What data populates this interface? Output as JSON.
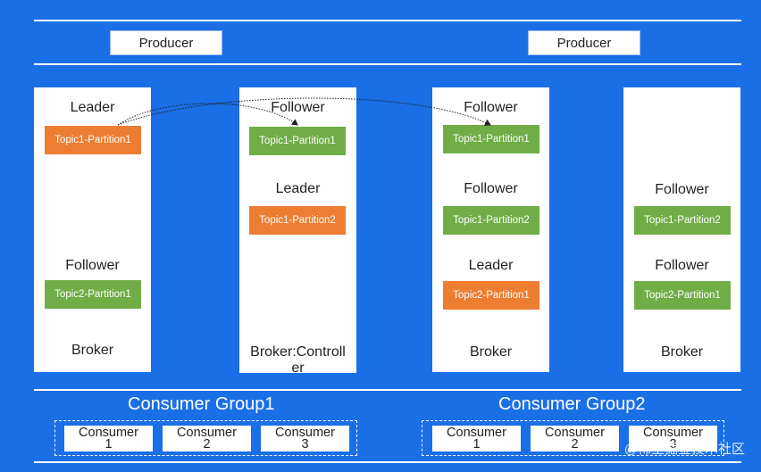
{
  "producers": [
    "Producer",
    "Producer"
  ],
  "brokers": [
    {
      "roles": [
        "Leader",
        "Follower"
      ],
      "partitions": [
        {
          "label": "Topic1-Partition1",
          "kind": "leader"
        },
        {
          "label": "Topic2-Partition1",
          "kind": "follower"
        }
      ],
      "label": "Broker"
    },
    {
      "roles": [
        "Follower",
        "Leader"
      ],
      "partitions": [
        {
          "label": "Topic1-Partition1",
          "kind": "follower"
        },
        {
          "label": "Topic1-Partition2",
          "kind": "leader"
        }
      ],
      "label": "Broker:Controller"
    },
    {
      "roles": [
        "Follower",
        "Follower",
        "Leader"
      ],
      "partitions": [
        {
          "label": "Topic1-Partition1",
          "kind": "follower"
        },
        {
          "label": "Topic1-Partition2",
          "kind": "follower"
        },
        {
          "label": "Topic2-Partition1",
          "kind": "leader"
        }
      ],
      "label": "Broker"
    },
    {
      "roles": [
        "Follower",
        "Follower"
      ],
      "partitions": [
        {
          "label": "Topic1-Partition2",
          "kind": "follower"
        },
        {
          "label": "Topic2-Partition1",
          "kind": "follower"
        }
      ],
      "label": "Broker"
    }
  ],
  "consumer_groups": [
    {
      "title": "Consumer Group1",
      "consumers": [
        {
          "name": "Consumer",
          "num": "1"
        },
        {
          "name": "Consumer",
          "num": "2"
        },
        {
          "name": "Consumer",
          "num": "3"
        }
      ]
    },
    {
      "title": "Consumer Group2",
      "consumers": [
        {
          "name": "Consumer",
          "num": "1"
        },
        {
          "name": "Consumer",
          "num": "2"
        },
        {
          "name": "Consumer",
          "num": "3"
        }
      ]
    }
  ],
  "watermark": "@稀土掘金技术社区",
  "colors": {
    "background": "#1a6fe6",
    "leader": "#ed7d31",
    "follower": "#70ad47"
  }
}
